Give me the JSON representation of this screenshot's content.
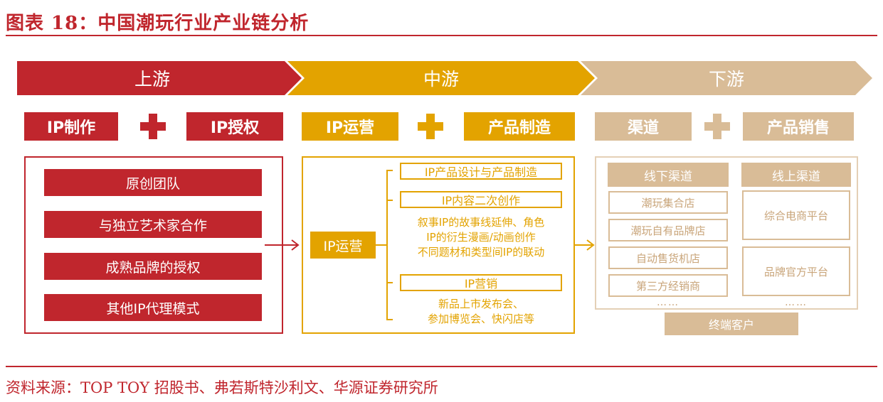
{
  "header": {
    "title": "图表 18：中国潮玩行业产业链分析"
  },
  "stages": [
    {
      "label": "上游",
      "color": "#c0262d"
    },
    {
      "label": "中游",
      "color": "#e3a300"
    },
    {
      "label": "下游",
      "color": "#d9bc97"
    }
  ],
  "upstream": {
    "box1": "IP制作",
    "box2": "IP授权",
    "items": [
      "原创团队",
      "与独立艺术家合作",
      "成熟品牌的授权",
      "其他IP代理模式"
    ]
  },
  "midstream": {
    "box1": "IP运营",
    "box2": "产品制造",
    "core": "IP运营",
    "branches": [
      {
        "label": "IP产品设计与产品制造",
        "desc": []
      },
      {
        "label": "IP内容二次创作",
        "desc": [
          "叙事IP的故事线延伸、角色",
          "IP的衍生漫画/动画创作",
          "不同题材和类型间IP的联动"
        ]
      },
      {
        "label": "IP营销",
        "desc": [
          "新品上市发布会、",
          "参加博览会、快闪店等"
        ]
      }
    ]
  },
  "downstream": {
    "box1": "渠道",
    "box2": "产品销售",
    "offline": {
      "label": "线下渠道",
      "items": [
        "潮玩集合店",
        "潮玩自有品牌店",
        "自动售货机店",
        "第三方经销商"
      ],
      "more": "……"
    },
    "online": {
      "label": "线上渠道",
      "items": [
        "综合电商平台",
        "品牌官方平台"
      ],
      "more": "……"
    },
    "end": "终端客户"
  },
  "footer": {
    "source": "资料来源：TOP TOY 招股书、弗若斯特沙利文、华源证券研究所"
  }
}
